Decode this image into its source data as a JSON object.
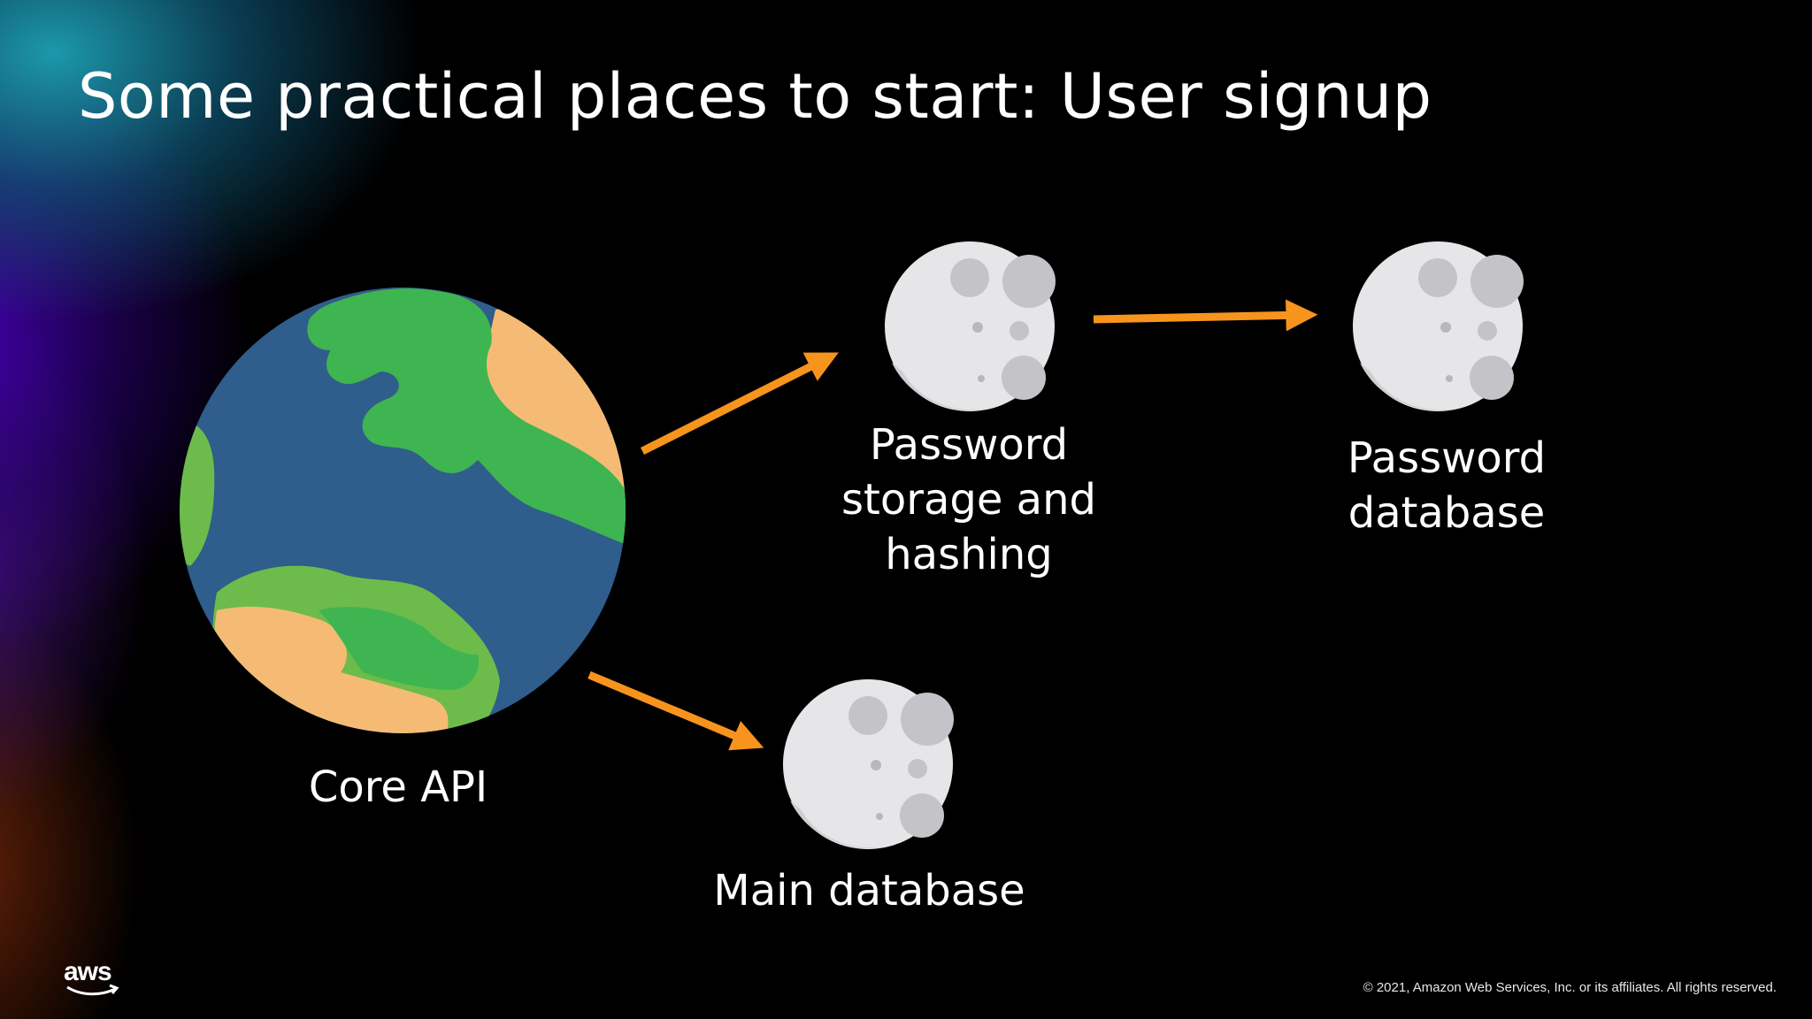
{
  "slide": {
    "title": "Some practical places to start: User signup",
    "footer": "© 2021, Amazon Web Services, Inc. or its affiliates. All rights reserved.",
    "logo_text": "aws"
  },
  "nodes": {
    "core_api": {
      "label": "Core API",
      "icon": "earth-icon"
    },
    "password_storage": {
      "label": "Password\nstorage and\nhashing",
      "icon": "moon-icon"
    },
    "password_database": {
      "label": "Password\ndatabase",
      "icon": "moon-icon"
    },
    "main_database": {
      "label": "Main database",
      "icon": "moon-icon"
    }
  },
  "edges": [
    {
      "from": "Core API",
      "to": "Password storage and hashing"
    },
    {
      "from": "Password storage and hashing",
      "to": "Password database"
    },
    {
      "from": "Core API",
      "to": "Main database"
    }
  ],
  "colors": {
    "arrow": "#f7941d",
    "ocean": "#2f5d8c",
    "land_green": "#3eb550",
    "land_light_green": "#6dbb4b",
    "land_sand": "#f5bb74",
    "moon": "#e6e6e8",
    "moon_crater": "#c4c4c8"
  }
}
